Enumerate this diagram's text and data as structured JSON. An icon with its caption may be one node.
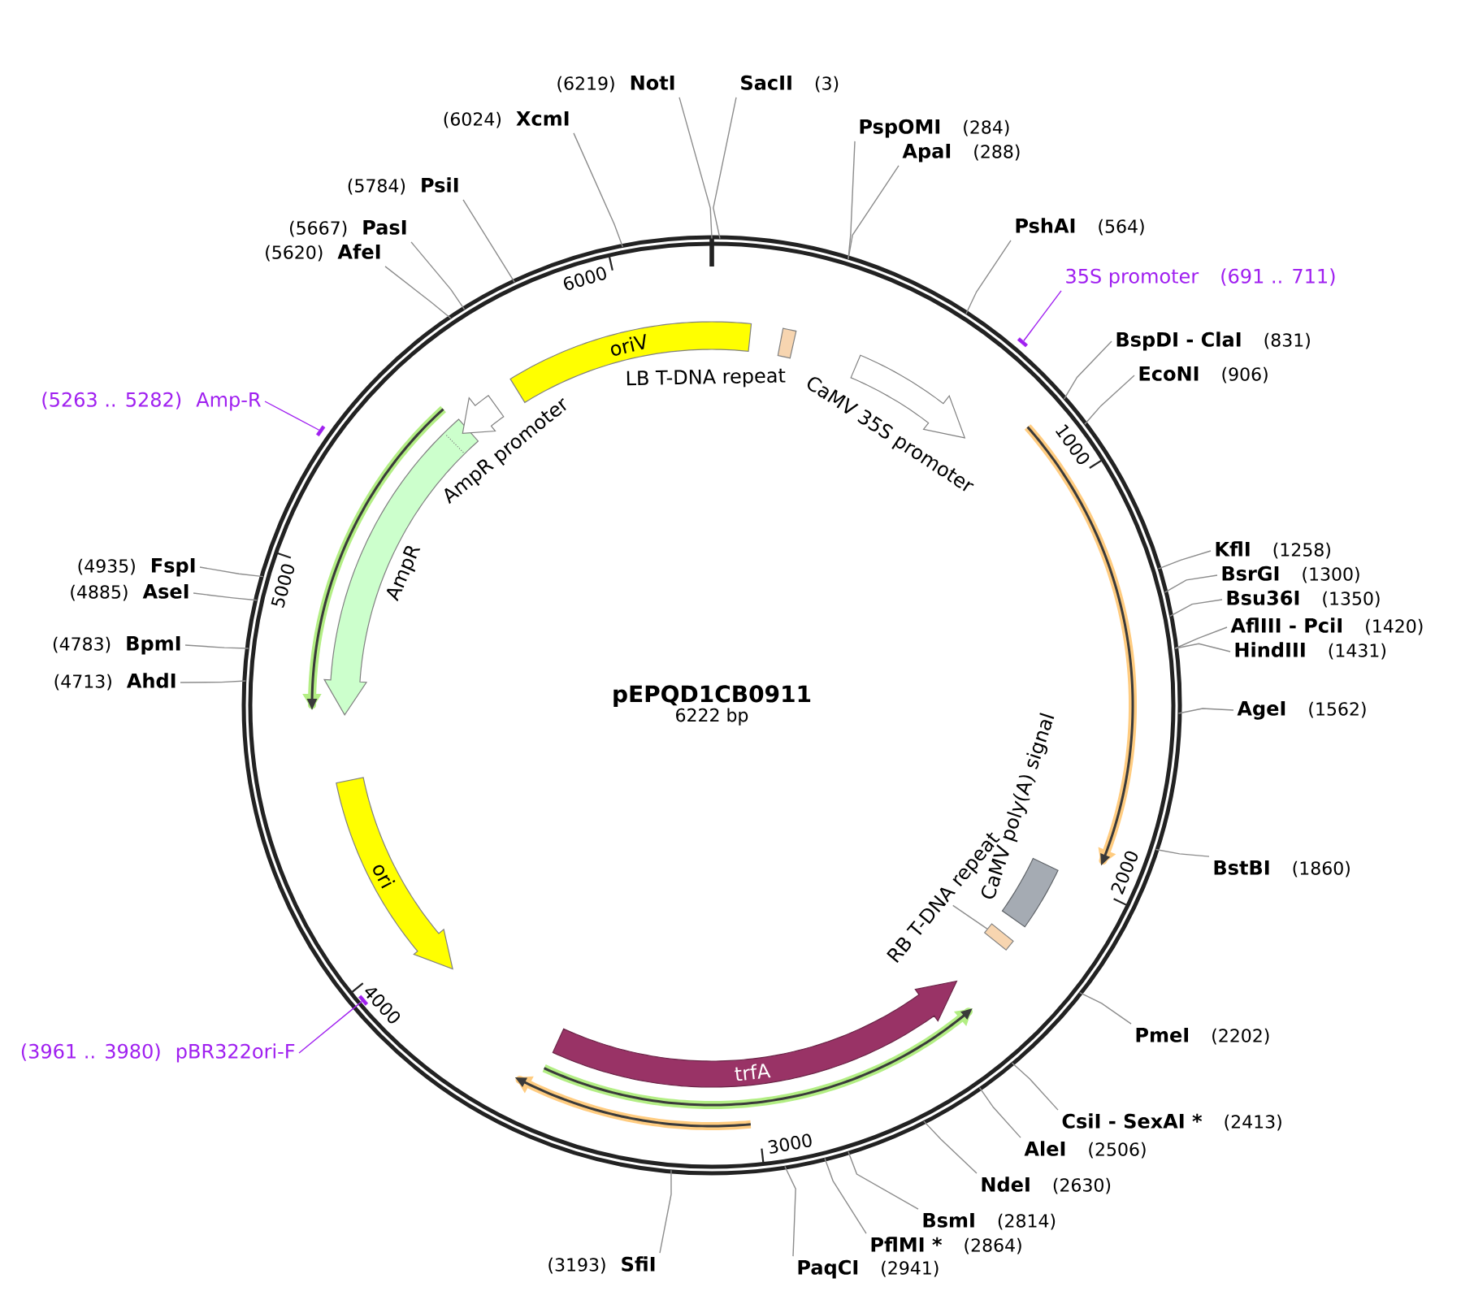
{
  "diagram": {
    "nodes": [
      {
        "text": [
          "pEPQD1CB0911",
          "6222 bp"
        ]
      },
      {
        "text": [
          "oriV"
        ],
        "in": 0
      },
      {
        "text": [
          "LB T-DNA repeat"
        ],
        "in": 0
      },
      {
        "text": [
          "CaMV 35S promoter"
        ],
        "in": 0
      },
      {
        "text": [
          "AmpR promoter"
        ],
        "in": 0
      },
      {
        "text": [
          "AmpR"
        ],
        "in": 0
      },
      {
        "text": [
          "ori"
        ],
        "in": 0
      },
      {
        "text": [
          "trfA"
        ],
        "in": 0
      },
      {
        "text": [
          "CaMV poly(A) signal"
        ],
        "in": 0
      },
      {
        "text": [
          "RB T-DNA repeat"
        ],
        "in": 0
      },
      {
        "text": [],
        "shape": "box",
        "in": 0
      },
      {
        "text": [
          "(6219)",
          "NotI"
        ]
      },
      {
        "text": [
          "SacII",
          "(3)"
        ]
      },
      {
        "text": [
          "(6024)",
          "XcmI"
        ]
      },
      {
        "text": [
          "PspOMI",
          "(284)"
        ]
      },
      {
        "text": [
          "ApaI",
          "(288)"
        ]
      },
      {
        "text": [
          "(5784)",
          "PsiI"
        ]
      },
      {
        "text": [
          "PshAI",
          "(564)"
        ]
      },
      {
        "text": [
          "(5667)",
          "PasI"
        ]
      },
      {
        "text": [
          "(5620)",
          "AfeI"
        ]
      },
      {
        "text": [
          "35S promoter",
          "(691 .. 711)"
        ]
      },
      {
        "text": [],
        "shape": "bar"
      },
      {
        "text": [
          "BspDI - ClaI",
          "(831)"
        ]
      },
      {
        "text": [
          "EcoNI",
          "(906)"
        ]
      },
      {
        "text": [
          "(5263 .. 5282)",
          "Amp-R"
        ]
      },
      {
        "text": [],
        "shape": "bar"
      },
      {
        "text": [
          "KflI",
          "(1258)"
        ]
      },
      {
        "text": [
          "(4935)",
          "FspI"
        ]
      },
      {
        "text": [
          "BsrGI",
          "(1300)"
        ]
      },
      {
        "text": [
          "(4885)",
          "AseI"
        ]
      },
      {
        "text": [
          "Bsu36I",
          "(1350)"
        ]
      },
      {
        "text": [
          "AflIII - PciI",
          "(1420)"
        ]
      },
      {
        "text": [
          "(4783)",
          "BpmI"
        ]
      },
      {
        "text": [
          "HindIII",
          "(1431)"
        ]
      },
      {
        "text": [
          "(4713)",
          "AhdI"
        ]
      },
      {
        "text": [
          "AgeI",
          "(1562)"
        ]
      },
      {
        "text": [
          "BstBI",
          "(1860)"
        ]
      },
      {
        "text": [
          "PmeI",
          "(2202)"
        ]
      },
      {
        "text": [
          "(3961 .. 3980)",
          "pBR322ori-F"
        ]
      },
      {
        "text": [],
        "shape": "bar",
        "in": 0
      },
      {
        "text": [
          "CsiI - SexAI *",
          "(2413)"
        ]
      },
      {
        "text": [
          "AleI",
          "(2506)"
        ]
      },
      {
        "text": [
          "NdeI",
          "(2630)"
        ]
      },
      {
        "text": [
          "BsmI",
          "(2814)"
        ]
      },
      {
        "text": [
          "PflMI *",
          "(2864)"
        ]
      },
      {
        "text": [
          "(3193)",
          "SfiI"
        ]
      },
      {
        "text": [
          "PaqCI",
          "(2941)"
        ]
      }
    ],
    "edges": [
      {
        "from": 9,
        "to": 10,
        "arrow": "none"
      },
      {
        "from": 11,
        "to": 0,
        "arrow": "none"
      },
      {
        "from": 12,
        "to": 0,
        "arrow": "none"
      },
      {
        "from": 13,
        "to": 0,
        "arrow": "none"
      },
      {
        "from": 14,
        "to": 0,
        "arrow": "none"
      },
      {
        "from": 15,
        "to": 0,
        "arrow": "none"
      },
      {
        "from": 16,
        "to": 0,
        "arrow": "none"
      },
      {
        "from": 17,
        "to": 0,
        "arrow": "none"
      },
      {
        "from": 18,
        "to": 0,
        "arrow": "none"
      },
      {
        "from": 19,
        "to": 0,
        "arrow": "none"
      },
      {
        "from": 20,
        "to": 21,
        "arrow": "none",
        "color": "#a020f0"
      },
      {
        "from": 22,
        "to": 0,
        "arrow": "none"
      },
      {
        "from": 23,
        "to": 0,
        "arrow": "none"
      },
      {
        "from": 24,
        "to": 25,
        "arrow": "none",
        "color": "#a020f0"
      },
      {
        "from": 26,
        "to": 0,
        "arrow": "none"
      },
      {
        "from": 27,
        "to": 0,
        "arrow": "none"
      },
      {
        "from": 28,
        "to": 0,
        "arrow": "none"
      },
      {
        "from": 29,
        "to": 0,
        "arrow": "none"
      },
      {
        "from": 30,
        "to": 0,
        "arrow": "none"
      },
      {
        "from": 31,
        "to": 0,
        "arrow": "none"
      },
      {
        "from": 32,
        "to": 0,
        "arrow": "none"
      },
      {
        "from": 33,
        "to": 0,
        "arrow": "none"
      },
      {
        "from": 34,
        "to": 0,
        "arrow": "none"
      },
      {
        "from": 35,
        "to": 0,
        "arrow": "none"
      },
      {
        "from": 36,
        "to": 0,
        "arrow": "none"
      },
      {
        "from": 37,
        "to": 0,
        "arrow": "none"
      },
      {
        "from": 38,
        "to": 39,
        "arrow": "none",
        "color": "#a020f0"
      },
      {
        "from": 40,
        "to": 0,
        "arrow": "none"
      },
      {
        "from": 41,
        "to": 0,
        "arrow": "none"
      },
      {
        "from": 42,
        "to": 0,
        "arrow": "none"
      },
      {
        "from": 43,
        "to": 0,
        "arrow": "none"
      },
      {
        "from": 44,
        "to": 0,
        "arrow": "none"
      },
      {
        "from": 45,
        "to": 0,
        "arrow": "none"
      },
      {
        "from": 46,
        "to": 0,
        "arrow": "none"
      }
    ],
    "labels": [
      "6000",
      "1000",
      "5000",
      "2000",
      "4000",
      "3000"
    ]
  }
}
